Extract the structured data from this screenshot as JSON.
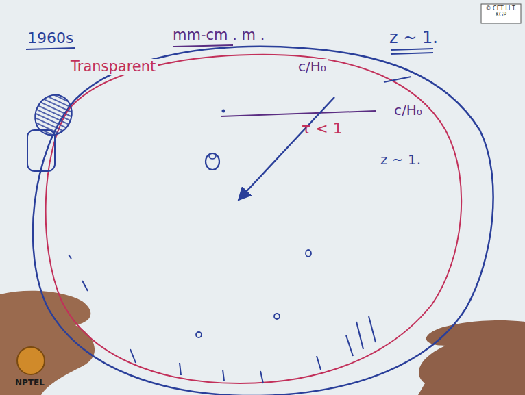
{
  "diagram": {
    "labels": [
      "1960s",
      "mm-cm . m .",
      "z ~ 1.",
      "Transparent",
      "c/H₀",
      "τ < 1",
      "c/H₀",
      "z ~ 1.",
      "© CET I.I.T. KGP",
      "NPTEL"
    ]
  }
}
